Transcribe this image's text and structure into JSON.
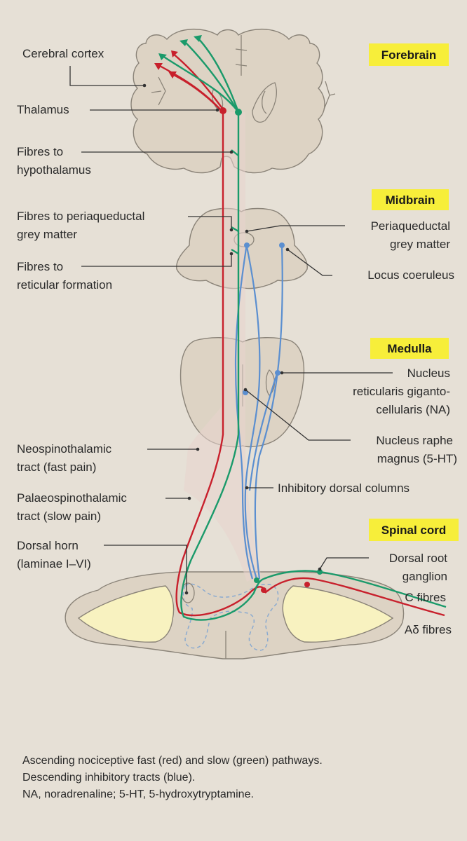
{
  "regions": {
    "forebrain": "Forebrain",
    "midbrain": "Midbrain",
    "medulla": "Medulla",
    "spinal_cord": "Spinal cord"
  },
  "labels": {
    "cerebral_cortex": "Cerebral cortex",
    "thalamus": "Thalamus",
    "fibres_hypothalamus": [
      "Fibres to",
      "hypothalamus"
    ],
    "fibres_pag": [
      "Fibres to periaqueductal",
      "grey matter"
    ],
    "fibres_reticular": [
      "Fibres to",
      "reticular formation"
    ],
    "periaqueductal": [
      "Periaqueductal",
      "grey matter"
    ],
    "locus_coeruleus": "Locus coeruleus",
    "nucleus_reticularis": [
      "Nucleus",
      "reticularis giganto-",
      "cellularis (NA)"
    ],
    "nucleus_raphe": [
      "Nucleus raphe",
      "magnus (5-HT)"
    ],
    "neospinothalamic": [
      "Neospinothalamic",
      "tract (fast pain)"
    ],
    "palaeospinothalamic": [
      "Palaeospinothalamic",
      "tract (slow pain)"
    ],
    "inhibitory_dorsal": "Inhibitory dorsal columns",
    "dorsal_horn": [
      "Dorsal horn",
      "(laminae I–VI)"
    ],
    "dorsal_root": [
      "Dorsal root",
      "ganglion"
    ],
    "c_fibres": "C fibres",
    "a_delta_fibres": "Aδ fibres"
  },
  "caption": [
    "Ascending nociceptive fast (red) and slow (green) pathways.",
    "Descending inhibitory tracts (blue).",
    "NA, noradrenaline; 5-HT, 5-hydroxytryptamine."
  ],
  "colors": {
    "fast_pathway": "#c8202c",
    "slow_pathway": "#1a9a6a",
    "inhibitory": "#5b8fd0",
    "region_highlight": "#f7ee3a"
  }
}
